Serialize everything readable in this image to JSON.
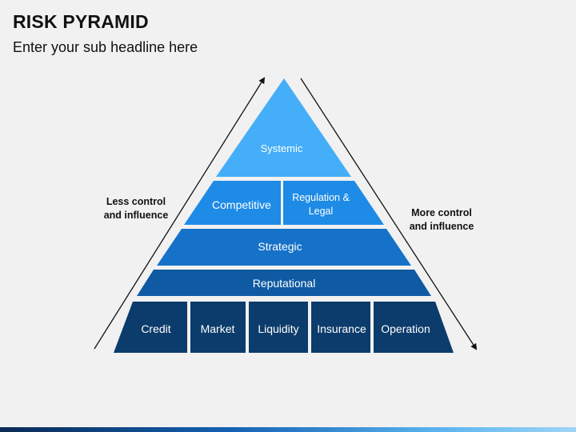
{
  "header": {
    "title": "RISK PYRAMID",
    "subtitle": "Enter your sub headline here"
  },
  "side_labels": {
    "left": [
      "Less control",
      "and influence"
    ],
    "right": [
      "More control",
      "and influence"
    ]
  },
  "pyramid": {
    "apex": "Systemic",
    "tier2": [
      "Competitive",
      [
        "Regulation &",
        "Legal"
      ]
    ],
    "tier3": "Strategic",
    "tier4": "Reputational",
    "base": [
      "Credit",
      "Market",
      "Liquidity",
      "Insurance",
      "Operation"
    ]
  },
  "colors": {
    "apex": "#44aef8",
    "tier2": "#1e8be6",
    "tier3": "#1672c8",
    "tier4": "#0f5aa3",
    "base": "#0c3c6b",
    "text": "#ffffff",
    "arrow": "#111111"
  }
}
